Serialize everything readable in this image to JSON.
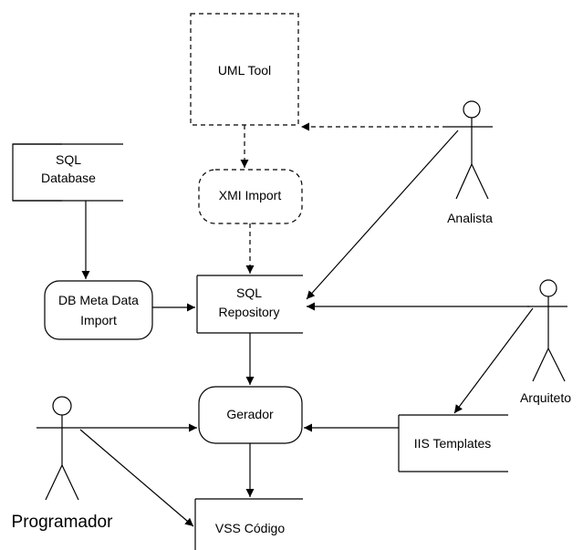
{
  "nodes": {
    "uml_tool": "UML Tool",
    "sql_database_line1": "SQL",
    "sql_database_line2": "Database",
    "xmi_import": "XMI Import",
    "db_meta_line1": "DB Meta Data",
    "db_meta_line2": "Import",
    "sql_repository_line1": "SQL",
    "sql_repository_line2": "Repository",
    "gerador": "Gerador",
    "iis_templates": "IIS Templates",
    "vss_codigo": "VSS Código"
  },
  "actors": {
    "analista": "Analista",
    "arquiteto": "Arquiteto",
    "programador": "Programador"
  }
}
